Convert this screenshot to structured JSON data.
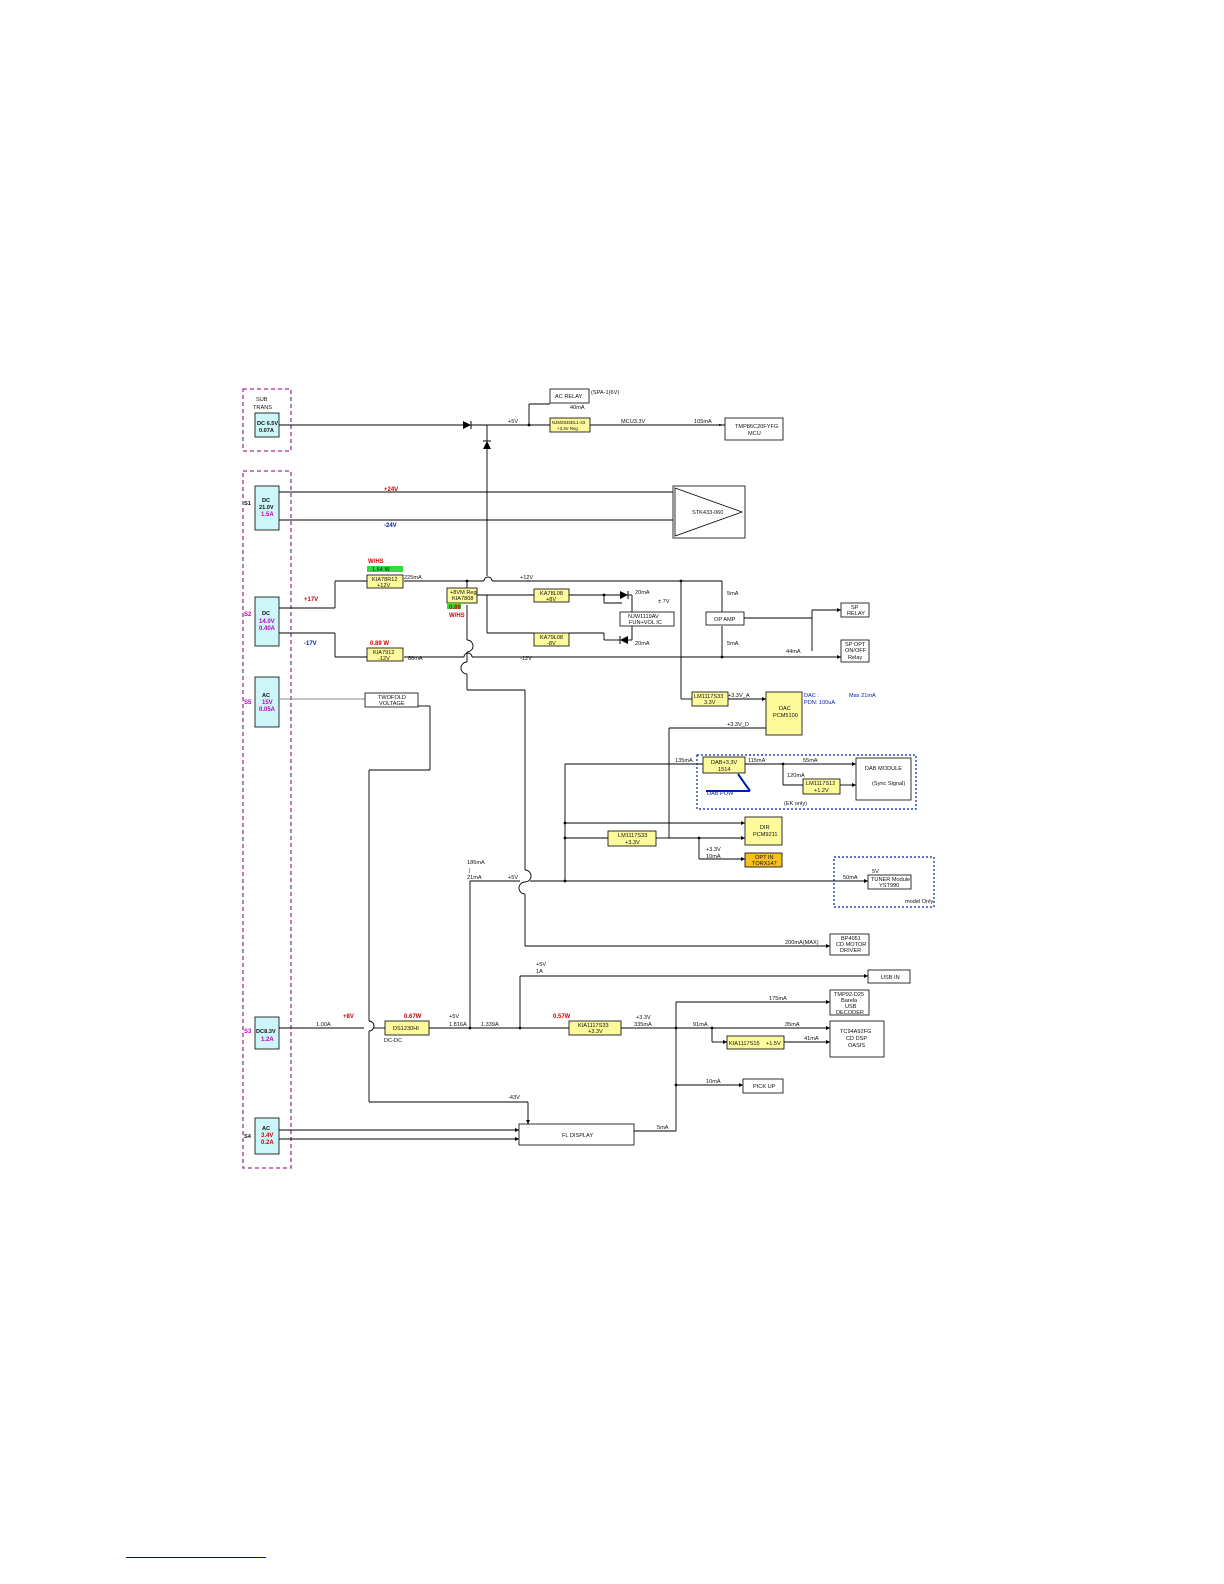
{
  "sources": {
    "sub_trans": {
      "title_1": "SUB",
      "title_2": "TRANS",
      "line1": "DC 6.5V",
      "line2": "0.07A"
    },
    "s1": {
      "tag": "S1",
      "line1": "DC",
      "line2": "21.0V",
      "line3": "1.5A"
    },
    "s2": {
      "tag": "S2",
      "line1": "DC",
      "line2": "14.0V",
      "line3": "0.40A"
    },
    "s5": {
      "tag": "S5",
      "line1": "AC",
      "line2": "15V",
      "line3": "0.05A"
    },
    "s3": {
      "tag": "S3",
      "line1": "DC8.3V",
      "line2": "1.2A"
    },
    "s4": {
      "tag": "S4",
      "line1": "AC",
      "line2": "3.4V",
      "line3": "0.2A"
    }
  },
  "blocks": {
    "ac_relay": "AC RELAY",
    "ac_relay_note": "(SPA-1(6V)",
    "ac_relay_current": "40mA",
    "mcu_reg_1": "NJM2845DL1-33",
    "mcu_reg_2": "+3.3V Reg",
    "mcu_1": "TMP86C20FYFG",
    "mcu_2": "MCU",
    "stk": "STK433-060",
    "kia78r12_1": "KIA78R12",
    "kia78r12_2": "+12V",
    "kia7912_1": "KIA7912",
    "kia7912_2": "-12V",
    "reg8v_1": "+8VM Reg",
    "reg8v_2": "KIA7808",
    "ka78l08_1": "KA78L08",
    "ka78l08_2": "+8V",
    "ka79l08_1": "KA79L08",
    "ka79l08_2": "-8V",
    "njw_1": "NJW1119AV",
    "njw_2": "FUN+VOL IC",
    "op_amp": "OP AMP",
    "sp_relay_1": "SP",
    "sp_relay_2": "RELAY",
    "sp_opt_1": "SP OPT",
    "sp_opt_2": "ON/OFF",
    "sp_opt_3": "Relay",
    "twofold_1": "TWOFOLD",
    "twofold_2": "VOLTAGE",
    "lm_dac_1": "LM1117S33",
    "lm_dac_2": "3.3V",
    "dac_1": "DAC",
    "dac_2": "PCM5100",
    "dab_reg_1": "DAB+3.3V",
    "dab_reg_2": "1514",
    "lm_dab_1": "LM1117S12",
    "lm_dab_2": "+1.2V",
    "dab_mod_1": "DAB MODULE",
    "dab_mod_2": "(Sync Signal)",
    "dab_pow": "DAB POW",
    "ek_only": "(EK only)",
    "lm_dir_1": "LM1117S33",
    "lm_dir_2": "+3.3V",
    "dir_1": "DIR",
    "dir_2": "PCM9211",
    "opt_1": "OPT IN",
    "opt_2": "TORX147",
    "tuner_1": "TUNER Module",
    "tuner_2": "YST990",
    "model_only": "model Only",
    "motor_1": "BP4051",
    "motor_2": "CD MOTOR",
    "motor_3": "DRIVER",
    "usb_in": "USB IN",
    "usb_dec_1": "TMP92-D25",
    "usb_dec_2": "Barela",
    "usb_dec_3": "USB",
    "usb_dec_4": "DECODER",
    "dcdc": "DS1230HI",
    "dcdc_sub": "DC-DC",
    "kia33_1": "KIA1117S33",
    "kia33_2": "+3.3V",
    "kia15_1": "KIA1117S15",
    "kia15_2": "+1.5V",
    "dsp_1": "TC94A92FG",
    "dsp_2": "CD DSP",
    "dsp_3": "OASIS",
    "pickup": "PICK UP",
    "fl_display": "FL DISPLAY"
  },
  "annotations": {
    "plus5v_top": "+5V",
    "mcu33v": "MCU3.3V",
    "i_105": "105mA",
    "rail_p24": "+24V",
    "rail_m24": "-24V",
    "w_top": "W/HS",
    "w_top_val": "1.64 W",
    "w_mid": "0.89",
    "w_mid_hs": "W/HS",
    "p17v": "+17V",
    "m17v": "-17V",
    "w_low": "0.89  W",
    "i_225": "225mA",
    "p12v": "+12V",
    "m12v": "-12V",
    "i_86": "86mA",
    "i_20a": "20mA",
    "i_20b": "20mA",
    "pm7v": "± 7V",
    "i_5a": "5mA",
    "i_5b": "5mA",
    "i_44": "44mA",
    "v33a": "+3.3V_A",
    "v33d": "+3.3V_D",
    "dac_note_1": "DAC :",
    "dac_note_2": "PDN: 100uA",
    "dac_max": "Max 21mA",
    "i_135": "135mA",
    "i_115": "115mA",
    "i_55": "55mA",
    "i_120": "120mA",
    "v33_opt": "+3.3V",
    "i_10": "10mA",
    "i_186": "186mA",
    "i_bar": "|",
    "i_21": "21mA",
    "p5v_mid": "+5V",
    "i_50": "50mA",
    "five_v": "5V",
    "motor_i": "200mA(MAX)",
    "usb_5v": "+5V",
    "usb_1a": "1A",
    "w_dcdc": "0.67W",
    "w_kia": "0.57W",
    "p8v": "+8V",
    "i_100": "1.00A",
    "p5v_dc": "+5V",
    "i_1816": "1.816A",
    "i_1339": "1.339A",
    "p33v_usb": "+3.3V",
    "i_335": "335mA",
    "i_175": "175mA",
    "i_91": "91mA",
    "i_35": "35mA",
    "i_41": "41mA",
    "i_10b": "10mA",
    "m43v": "-43V",
    "i_5c": "5mA"
  }
}
